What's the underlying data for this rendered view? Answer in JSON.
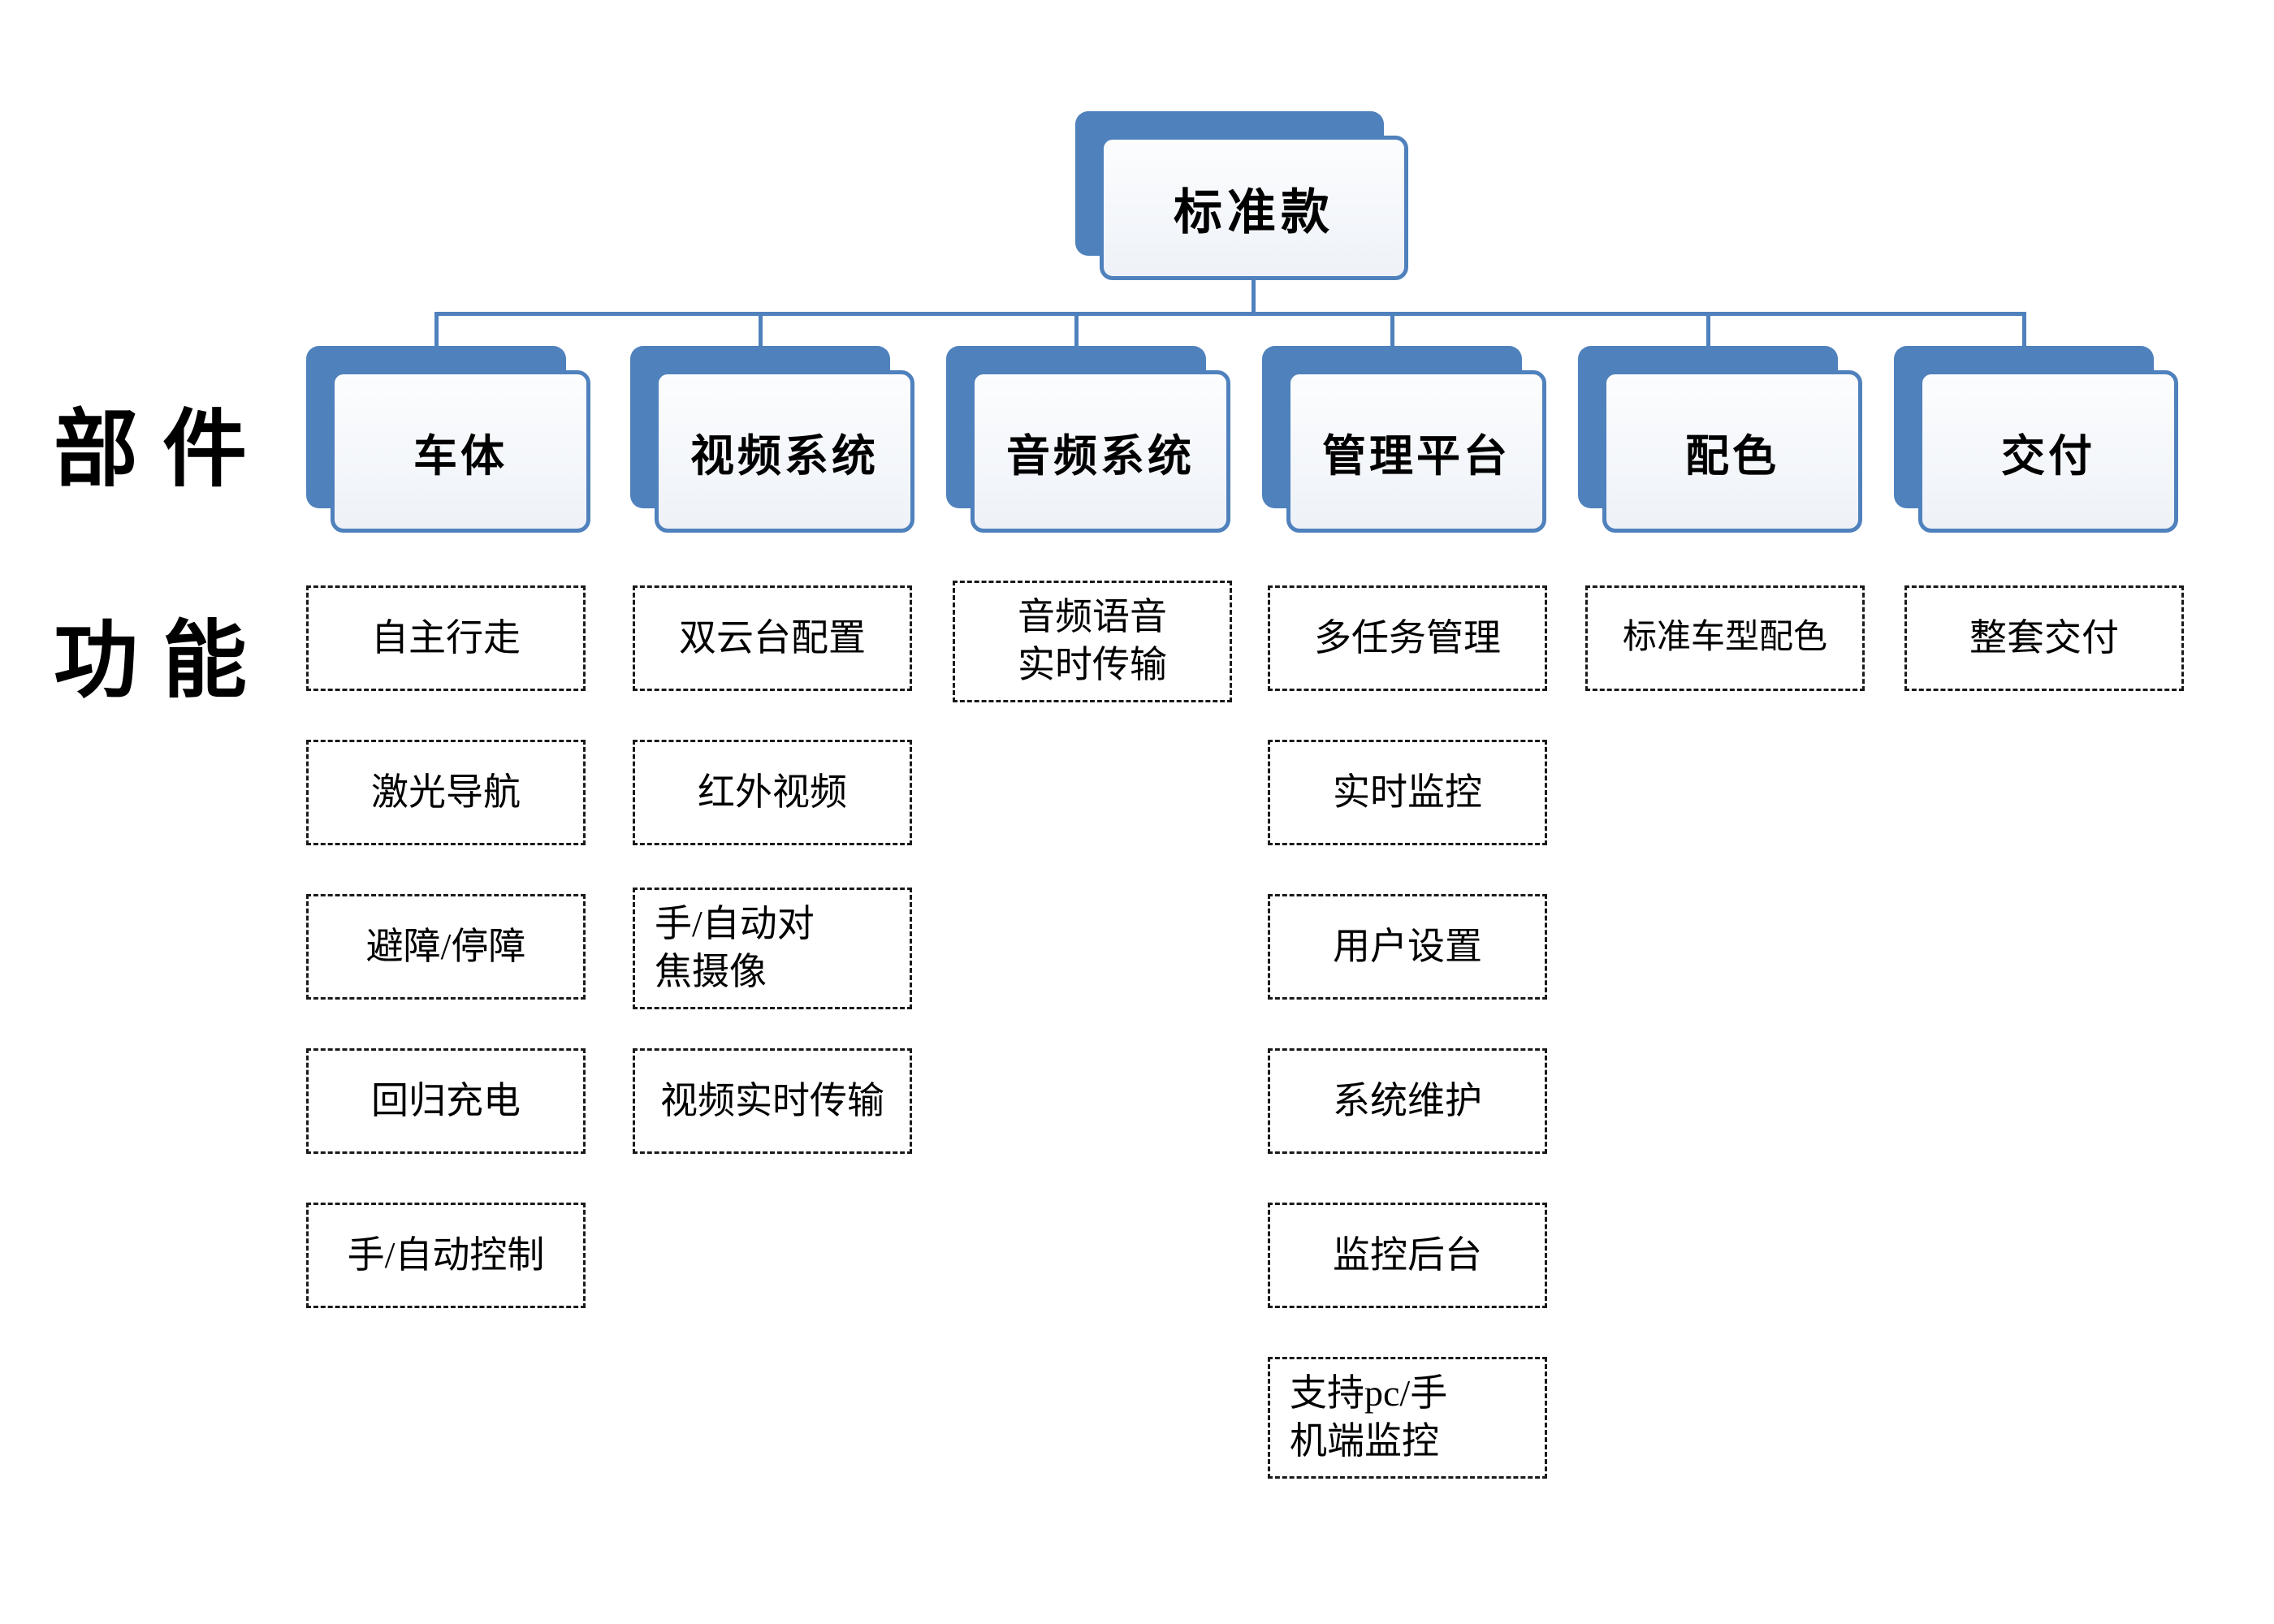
{
  "root": {
    "label": "标准款"
  },
  "side_labels": {
    "components": "部件",
    "functions": "功能"
  },
  "colors": {
    "accent": "#4f81bd",
    "dash": "#1a1a1a",
    "node_fill": "#eef2f8",
    "background": "#ffffff"
  },
  "columns": [
    {
      "node": "车体",
      "functions": [
        "自主行走",
        "激光导航",
        "避障/停障",
        "回归充电",
        "手/自动控制"
      ]
    },
    {
      "node": "视频系统",
      "functions": [
        "双云台配置",
        "红外视频",
        "手/自动对\n焦摄像",
        "视频实时传输"
      ]
    },
    {
      "node": "音频系统",
      "functions": [
        "音频语音\n实时传输"
      ]
    },
    {
      "node": "管理平台",
      "functions": [
        "多任务管理",
        "实时监控",
        "用户设置",
        "系统维护",
        "监控后台",
        "支持pc/手\n机端监控"
      ]
    },
    {
      "node": "配色",
      "functions": [
        "标准车型配色"
      ]
    },
    {
      "node": "交付",
      "functions": [
        "整套交付"
      ]
    }
  ]
}
